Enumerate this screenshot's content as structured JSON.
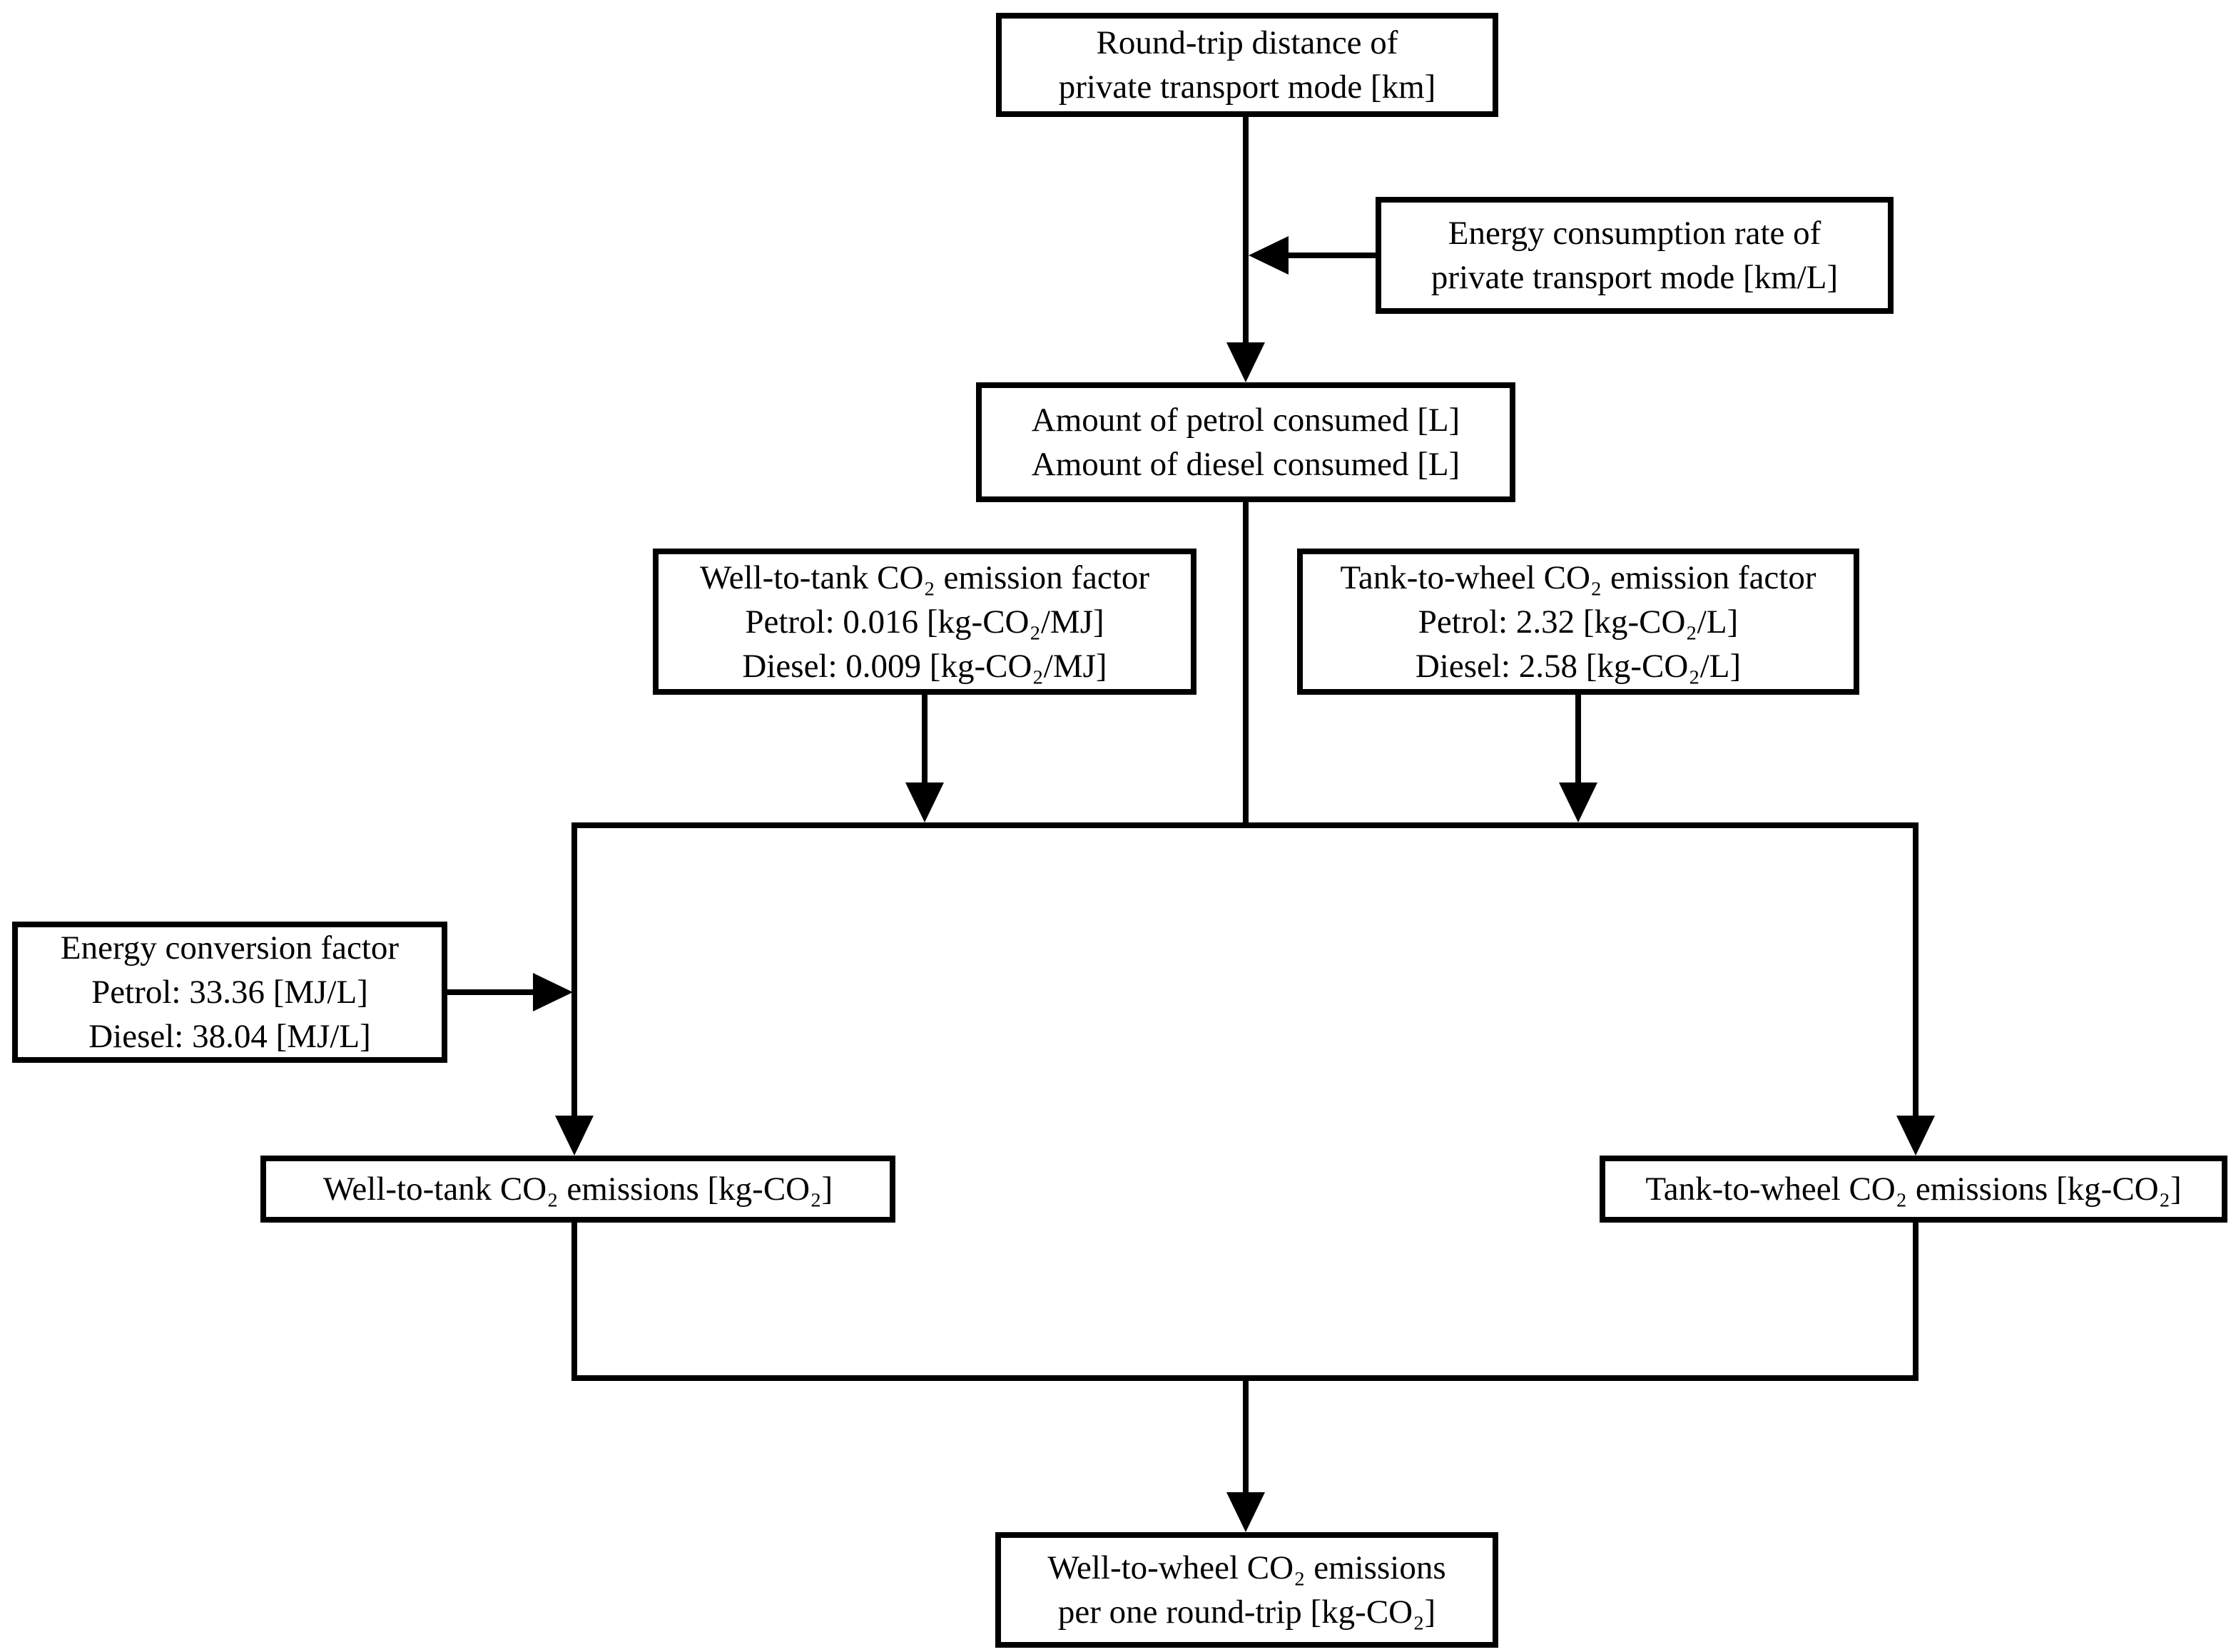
{
  "diagram": {
    "title": "Well-to-wheel CO2 emissions calculation flowchart",
    "colors": {
      "line": "#000000",
      "background": "#ffffff",
      "box_fill": "#ffffff",
      "text": "#000000"
    },
    "boxes": {
      "round_trip": {
        "lines": [
          "Round-trip distance of",
          "private transport mode [km]"
        ]
      },
      "consumption_rate": {
        "lines": [
          "Energy consumption rate of",
          "private transport mode [km/L]"
        ]
      },
      "fuel_amount": {
        "lines": [
          "Amount of petrol consumed [L]",
          "Amount of diesel consumed [L]"
        ]
      },
      "wtt_factor": {
        "lines": [
          "Well-to-tank CO₂ emission factor",
          "Petrol: 0.016 [kg-CO₂/MJ]",
          "Diesel: 0.009 [kg-CO₂/MJ]"
        ]
      },
      "ttw_factor": {
        "lines": [
          "Tank-to-wheel CO₂ emission factor",
          "Petrol: 2.32 [kg-CO₂/L]",
          "Diesel: 2.58 [kg-CO₂/L]"
        ]
      },
      "conversion_factor": {
        "lines": [
          "Energy conversion factor",
          "Petrol: 33.36 [MJ/L]",
          "Diesel: 38.04 [MJ/L]"
        ]
      },
      "wtt_emissions": {
        "lines": [
          "Well-to-tank CO₂ emissions [kg-CO₂]"
        ]
      },
      "ttw_emissions": {
        "lines": [
          "Tank-to-wheel CO₂ emissions [kg-CO₂]"
        ]
      },
      "wtw_emissions": {
        "lines": [
          "Well-to-wheel CO₂ emissions",
          "per one round-trip [kg-CO₂]"
        ]
      }
    }
  }
}
